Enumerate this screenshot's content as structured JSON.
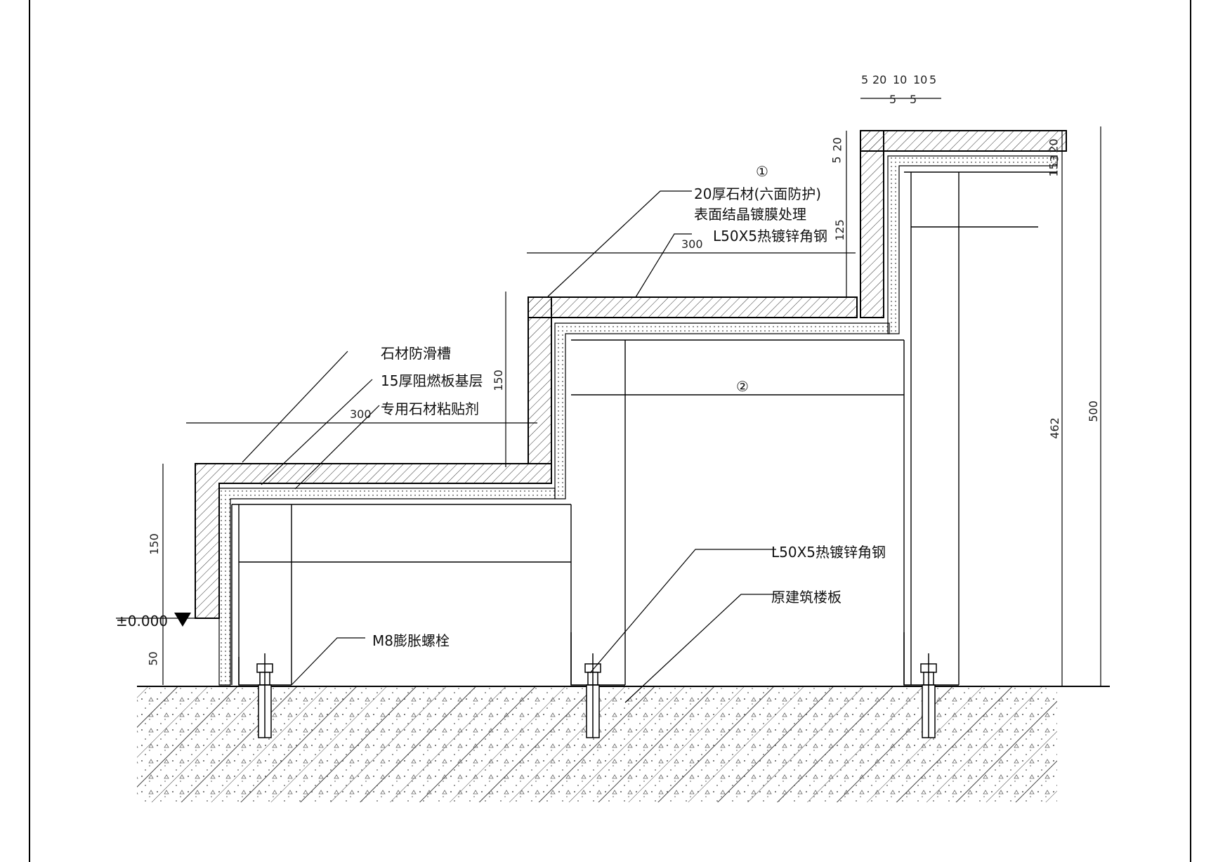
{
  "labels": {
    "marker_1": "①",
    "marker_2": "②",
    "stone_20": "20厚石材(六面防护)",
    "crystal": "表面结晶镀膜处理",
    "angle_steel_top": "L50X5热镀锌角钢",
    "antislip": "石材防滑槽",
    "fireboard": "15厚阻燃板基层",
    "adhesive": "专用石材粘贴剂",
    "angle_steel_mid": "L50X5热镀锌角钢",
    "slab": "原建筑楼板",
    "bolt": "M8膨胀螺栓",
    "elevation": "±0.000"
  },
  "dimensions": {
    "tread_top": "300",
    "tread_low": "300",
    "riser_low": "150",
    "riser_mid": "150",
    "riser_top": "125",
    "base_gap": "50",
    "height_462": "462",
    "height_500": "500",
    "top_parts": [
      "5",
      "20",
      "10",
      "10",
      "5"
    ],
    "top_sub": [
      "5",
      "5"
    ],
    "nose_5": "5",
    "nose_20": "20",
    "right_20": "20",
    "right_15": "15",
    "right_3": "3"
  }
}
